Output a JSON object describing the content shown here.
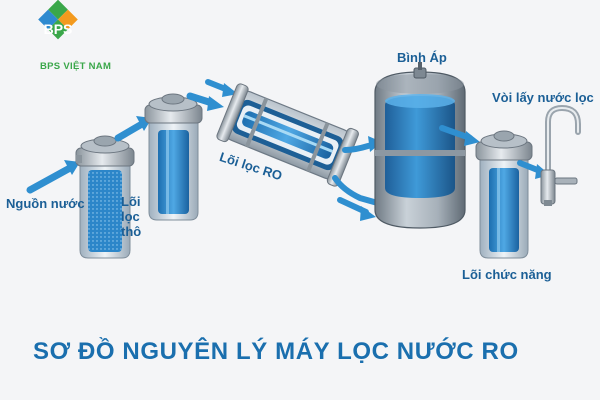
{
  "brand": {
    "name": "BPS VIỆT NAM",
    "colors": {
      "green": "#3aa74a",
      "orange": "#f39a1e",
      "blue": "#1a6fae"
    }
  },
  "labels": {
    "source": "Nguồn nước",
    "coarse_line1": "Lõi",
    "coarse_line2": "lọc",
    "coarse_line3": "thô",
    "ro_core": "Lõi lọc RO",
    "tank": "Bình Áp",
    "faucet": "Vòi lấy nước lọc",
    "function_core": "Lõi chức năng"
  },
  "title": "SƠ ĐỒ NGUYÊN LÝ MÁY LỌC NƯỚC RO",
  "colors": {
    "water": "#2f8fd0",
    "label": "#1b5f96",
    "housing": "#cfd6dd"
  }
}
